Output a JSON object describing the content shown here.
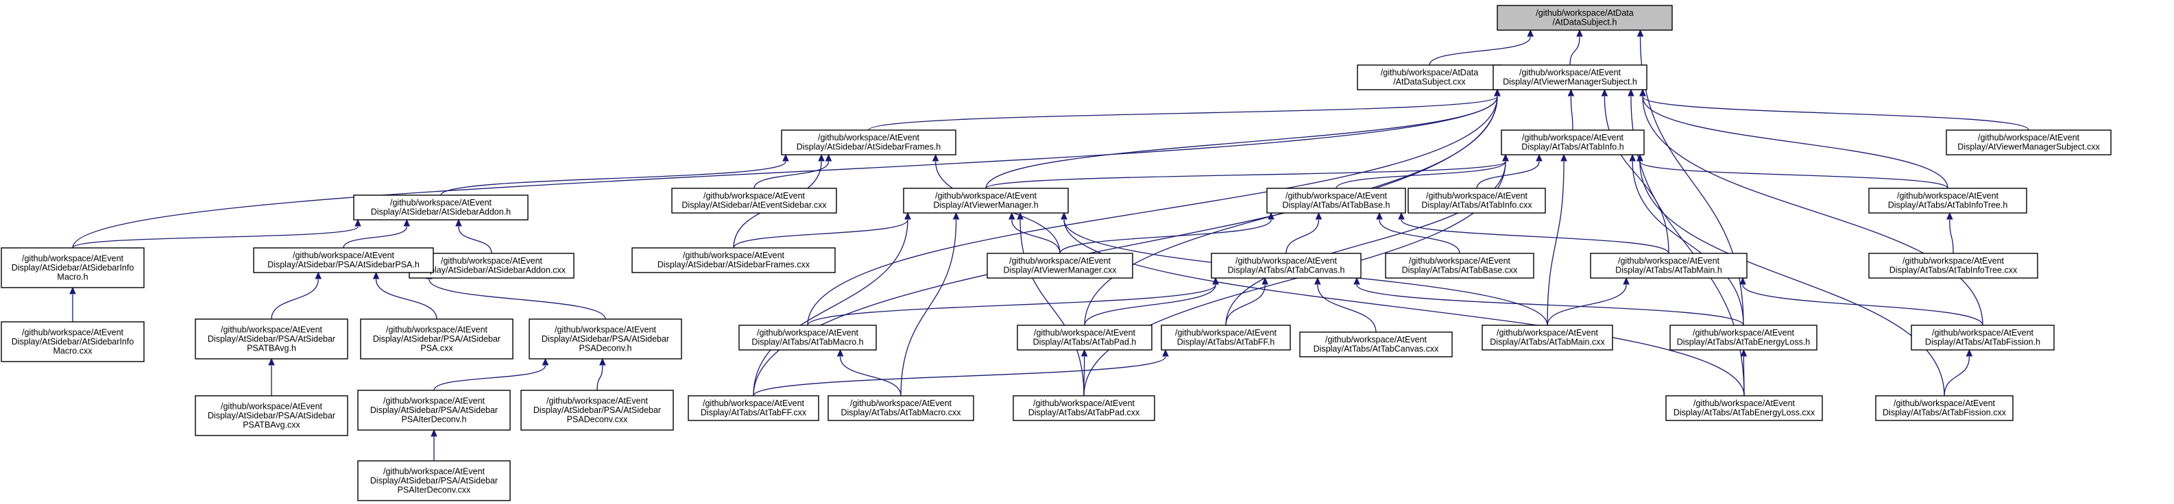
{
  "graph": {
    "edge_color": "#191970",
    "root_fill": "#bfbfbf",
    "nodes": [
      {
        "id": "root",
        "lines": [
          "/github/workspace/AtData",
          "/AtDataSubject.h"
        ],
        "root": true
      },
      {
        "id": "data_cxx",
        "lines": [
          "/github/workspace/AtData",
          "/AtDataSubject.cxx"
        ]
      },
      {
        "id": "vms_h",
        "lines": [
          "/github/workspace/AtEvent",
          "Display/AtViewerManagerSubject.h"
        ]
      },
      {
        "id": "vms_cxx",
        "lines": [
          "/github/workspace/AtEvent",
          "Display/AtViewerManagerSubject.cxx"
        ]
      },
      {
        "id": "sf_h",
        "lines": [
          "/github/workspace/AtEvent",
          "Display/AtSidebar/AtSidebarFrames.h"
        ]
      },
      {
        "id": "es_cxx",
        "lines": [
          "/github/workspace/AtEvent",
          "Display/AtSidebar/AtEventSidebar.cxx"
        ]
      },
      {
        "id": "sa_h",
        "lines": [
          "/github/workspace/AtEvent",
          "Display/AtSidebar/AtSidebarAddon.h"
        ]
      },
      {
        "id": "sa_cxx",
        "lines": [
          "/github/workspace/AtEvent",
          "Display/AtSidebar/AtSidebarAddon.cxx"
        ]
      },
      {
        "id": "sim_h",
        "lines": [
          "/github/workspace/AtEvent",
          "Display/AtSidebar/AtSidebarInfo",
          "Macro.h"
        ]
      },
      {
        "id": "sim_cxx",
        "lines": [
          "/github/workspace/AtEvent",
          "Display/AtSidebar/AtSidebarInfo",
          "Macro.cxx"
        ]
      },
      {
        "id": "psa_h",
        "lines": [
          "/github/workspace/AtEvent",
          "Display/AtSidebar/PSA/AtSidebarPSA.h"
        ]
      },
      {
        "id": "tba_h",
        "lines": [
          "/github/workspace/AtEvent",
          "Display/AtSidebar/PSA/AtSidebar",
          "PSATBAvg.h"
        ]
      },
      {
        "id": "tba_cxx",
        "lines": [
          "/github/workspace/AtEvent",
          "Display/AtSidebar/PSA/AtSidebar",
          "PSATBAvg.cxx"
        ]
      },
      {
        "id": "psa_cxx",
        "lines": [
          "/github/workspace/AtEvent",
          "Display/AtSidebar/PSA/AtSidebar",
          "PSA.cxx"
        ]
      },
      {
        "id": "dec_h",
        "lines": [
          "/github/workspace/AtEvent",
          "Display/AtSidebar/PSA/AtSidebar",
          "PSADeconv.h"
        ]
      },
      {
        "id": "dec_cxx",
        "lines": [
          "/github/workspace/AtEvent",
          "Display/AtSidebar/PSA/AtSidebar",
          "PSADeconv.cxx"
        ]
      },
      {
        "id": "itd_h",
        "lines": [
          "/github/workspace/AtEvent",
          "Display/AtSidebar/PSA/AtSidebar",
          "PSAIterDeconv.h"
        ]
      },
      {
        "id": "itd_cxx",
        "lines": [
          "/github/workspace/AtEvent",
          "Display/AtSidebar/PSA/AtSidebar",
          "PSAIterDeconv.cxx"
        ]
      },
      {
        "id": "sf_cxx",
        "lines": [
          "/github/workspace/AtEvent",
          "Display/AtSidebar/AtSidebarFrames.cxx"
        ]
      },
      {
        "id": "vm_h",
        "lines": [
          "/github/workspace/AtEvent",
          "Display/AtViewerManager.h"
        ]
      },
      {
        "id": "vm_cxx",
        "lines": [
          "/github/workspace/AtEvent",
          "Display/AtViewerManager.cxx"
        ]
      },
      {
        "id": "ti_h",
        "lines": [
          "/github/workspace/AtEvent",
          "Display/AtTabs/AtTabInfo.h"
        ]
      },
      {
        "id": "ti_cxx",
        "lines": [
          "/github/workspace/AtEvent",
          "Display/AtTabs/AtTabInfo.cxx"
        ]
      },
      {
        "id": "tb_h",
        "lines": [
          "/github/workspace/AtEvent",
          "Display/AtTabs/AtTabBase.h"
        ]
      },
      {
        "id": "tb_cxx",
        "lines": [
          "/github/workspace/AtEvent",
          "Display/AtTabs/AtTabBase.cxx"
        ]
      },
      {
        "id": "tit_h",
        "lines": [
          "/github/workspace/AtEvent",
          "Display/AtTabs/AtTabInfoTree.h"
        ]
      },
      {
        "id": "tit_cxx",
        "lines": [
          "/github/workspace/AtEvent",
          "Display/AtTabs/AtTabInfoTree.cxx"
        ]
      },
      {
        "id": "tc_h",
        "lines": [
          "/github/workspace/AtEvent",
          "Display/AtTabs/AtTabCanvas.h"
        ]
      },
      {
        "id": "tc_cxx",
        "lines": [
          "/github/workspace/AtEvent",
          "Display/AtTabs/AtTabCanvas.cxx"
        ]
      },
      {
        "id": "tm_h",
        "lines": [
          "/github/workspace/AtEvent",
          "Display/AtTabs/AtTabMain.h"
        ]
      },
      {
        "id": "tm_cxx",
        "lines": [
          "/github/workspace/AtEvent",
          "Display/AtTabs/AtTabMain.cxx"
        ]
      },
      {
        "id": "tmac_h",
        "lines": [
          "/github/workspace/AtEvent",
          "Display/AtTabs/AtTabMacro.h"
        ]
      },
      {
        "id": "tmac_cxx",
        "lines": [
          "/github/workspace/AtEvent",
          "Display/AtTabs/AtTabMacro.cxx"
        ]
      },
      {
        "id": "tp_h",
        "lines": [
          "/github/workspace/AtEvent",
          "Display/AtTabs/AtTabPad.h"
        ]
      },
      {
        "id": "tp_cxx",
        "lines": [
          "/github/workspace/AtEvent",
          "Display/AtTabs/AtTabPad.cxx"
        ]
      },
      {
        "id": "tff_h",
        "lines": [
          "/github/workspace/AtEvent",
          "Display/AtTabs/AtTabFF.h"
        ]
      },
      {
        "id": "tff_cxx",
        "lines": [
          "/github/workspace/AtEvent",
          "Display/AtTabs/AtTabFF.cxx"
        ]
      },
      {
        "id": "tel_h",
        "lines": [
          "/github/workspace/AtEvent",
          "Display/AtTabs/AtTabEnergyLoss.h"
        ]
      },
      {
        "id": "tel_cxx",
        "lines": [
          "/github/workspace/AtEvent",
          "Display/AtTabs/AtTabEnergyLoss.cxx"
        ]
      },
      {
        "id": "tf_h",
        "lines": [
          "/github/workspace/AtEvent",
          "Display/AtTabs/AtTabFission.h"
        ]
      },
      {
        "id": "tf_cxx",
        "lines": [
          "/github/workspace/AtEvent",
          "Display/AtTabs/AtTabFission.cxx"
        ]
      }
    ],
    "edges": [
      [
        "data_cxx",
        "root"
      ],
      [
        "vms_h",
        "root"
      ],
      [
        "tel_h",
        "root"
      ],
      [
        "sim_h",
        "vms_h"
      ],
      [
        "tff_cxx",
        "vms_h"
      ],
      [
        "sf_h",
        "vms_h"
      ],
      [
        "tmac_h",
        "vms_h"
      ],
      [
        "vm_h",
        "vms_h"
      ],
      [
        "tp_h",
        "vms_h"
      ],
      [
        "ti_h",
        "vms_h"
      ],
      [
        "vms_cxx",
        "vms_h"
      ],
      [
        "tit_h",
        "vms_h"
      ],
      [
        "tm_h",
        "vms_h"
      ],
      [
        "tel_cxx",
        "vms_h"
      ],
      [
        "tf_h",
        "vms_h"
      ],
      [
        "sa_h",
        "sf_h"
      ],
      [
        "es_cxx",
        "sf_h"
      ],
      [
        "sf_cxx",
        "sf_h"
      ],
      [
        "vm_cxx",
        "sf_h"
      ],
      [
        "sim_h",
        "sa_h"
      ],
      [
        "psa_h",
        "sa_h"
      ],
      [
        "sa_cxx",
        "sa_h"
      ],
      [
        "sim_cxx",
        "sim_h"
      ],
      [
        "tba_h",
        "psa_h"
      ],
      [
        "psa_cxx",
        "psa_h"
      ],
      [
        "dec_h",
        "psa_h"
      ],
      [
        "tba_cxx",
        "tba_h"
      ],
      [
        "itd_h",
        "dec_h"
      ],
      [
        "dec_cxx",
        "dec_h"
      ],
      [
        "itd_cxx",
        "itd_h"
      ],
      [
        "sf_cxx",
        "vm_h"
      ],
      [
        "vm_cxx",
        "vm_h"
      ],
      [
        "tff_cxx",
        "vm_h"
      ],
      [
        "tmac_cxx",
        "vm_h"
      ],
      [
        "tp_cxx",
        "vm_h"
      ],
      [
        "tm_cxx",
        "vm_h"
      ],
      [
        "tel_cxx",
        "vm_h"
      ],
      [
        "vm_h",
        "ti_h"
      ],
      [
        "tb_h",
        "ti_h"
      ],
      [
        "ti_cxx",
        "ti_h"
      ],
      [
        "tit_h",
        "ti_h"
      ],
      [
        "tff_h",
        "ti_h"
      ],
      [
        "tm_cxx",
        "ti_h"
      ],
      [
        "tp_cxx",
        "ti_h"
      ],
      [
        "tel_h",
        "ti_h"
      ],
      [
        "tf_cxx",
        "ti_h"
      ],
      [
        "vm_cxx",
        "tb_h"
      ],
      [
        "tc_h",
        "tb_h"
      ],
      [
        "tb_cxx",
        "tb_h"
      ],
      [
        "tm_h",
        "tb_h"
      ],
      [
        "tit_cxx",
        "tit_h"
      ],
      [
        "tmac_h",
        "tc_h"
      ],
      [
        "tp_h",
        "tc_h"
      ],
      [
        "tff_h",
        "tc_h"
      ],
      [
        "tc_cxx",
        "tc_h"
      ],
      [
        "tel_h",
        "tc_h"
      ],
      [
        "tm_cxx",
        "tm_h"
      ],
      [
        "tf_h",
        "tm_h"
      ],
      [
        "tmac_cxx",
        "tmac_h"
      ],
      [
        "tp_cxx",
        "tp_h"
      ],
      [
        "tff_cxx",
        "tff_h"
      ],
      [
        "tel_cxx",
        "tel_h"
      ],
      [
        "tf_cxx",
        "tf_h"
      ]
    ]
  }
}
